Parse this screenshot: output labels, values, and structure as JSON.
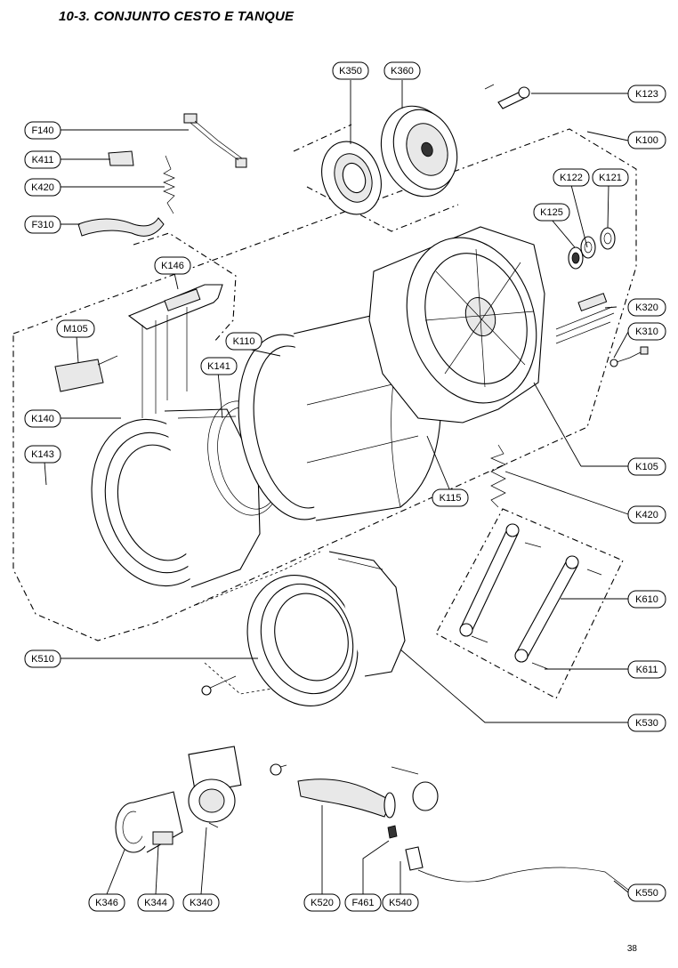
{
  "title": "10-3. CONJUNTO CESTO E TANQUE",
  "page_number": "38",
  "callouts": [
    "K350",
    "K360",
    "K123",
    "K100",
    "F140",
    "K411",
    "K420",
    "F310",
    "K122",
    "K121",
    "K125",
    "K146",
    "K320",
    "K310",
    "M105",
    "K110",
    "K141",
    "K140",
    "K143",
    "K105",
    "K115",
    "K420",
    "K610",
    "K510",
    "K611",
    "K530",
    "K346",
    "K344",
    "K340",
    "K520",
    "F461",
    "K540",
    "K550"
  ]
}
